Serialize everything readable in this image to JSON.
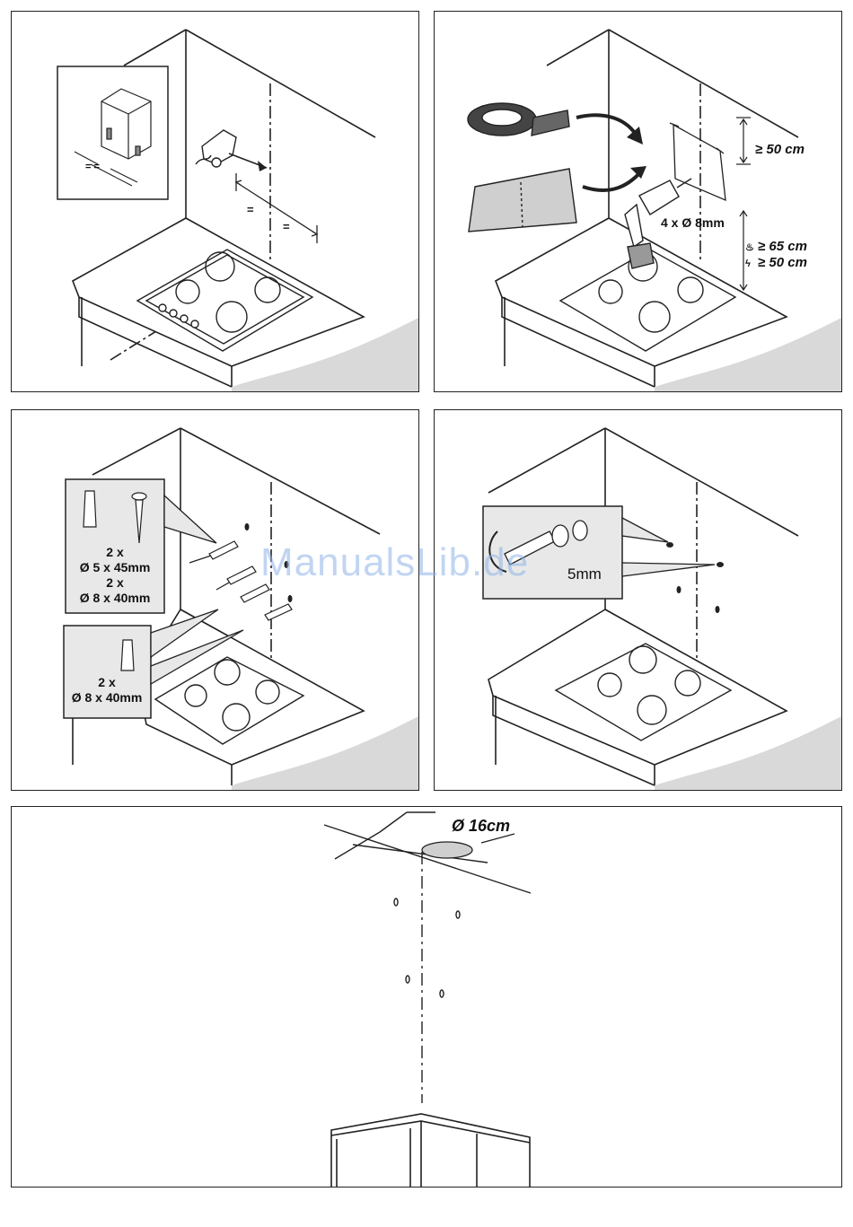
{
  "watermark": "ManualsLib.de",
  "panel2": {
    "dim_top": "≥ 50 cm",
    "drill": "4 x Ø 8mm",
    "dim_gas": "≥ 65 cm",
    "dim_electric": "≥ 50 cm"
  },
  "panel3": {
    "box1": {
      "line1": "2 x",
      "line2": "Ø 5 x 45mm",
      "line3": "2 x",
      "line4": "Ø 8 x 40mm"
    },
    "box2": {
      "line1": "2 x",
      "line2": "Ø 8 x 40mm"
    }
  },
  "panel4": {
    "screw_size": "5mm"
  },
  "panel5": {
    "hole_diameter": "Ø 16cm"
  },
  "colors": {
    "border": "#222222",
    "counter_shadow": "#d9d9d9",
    "template_gray": "#cfcfcf",
    "inset_gray": "#e8e8e8"
  }
}
